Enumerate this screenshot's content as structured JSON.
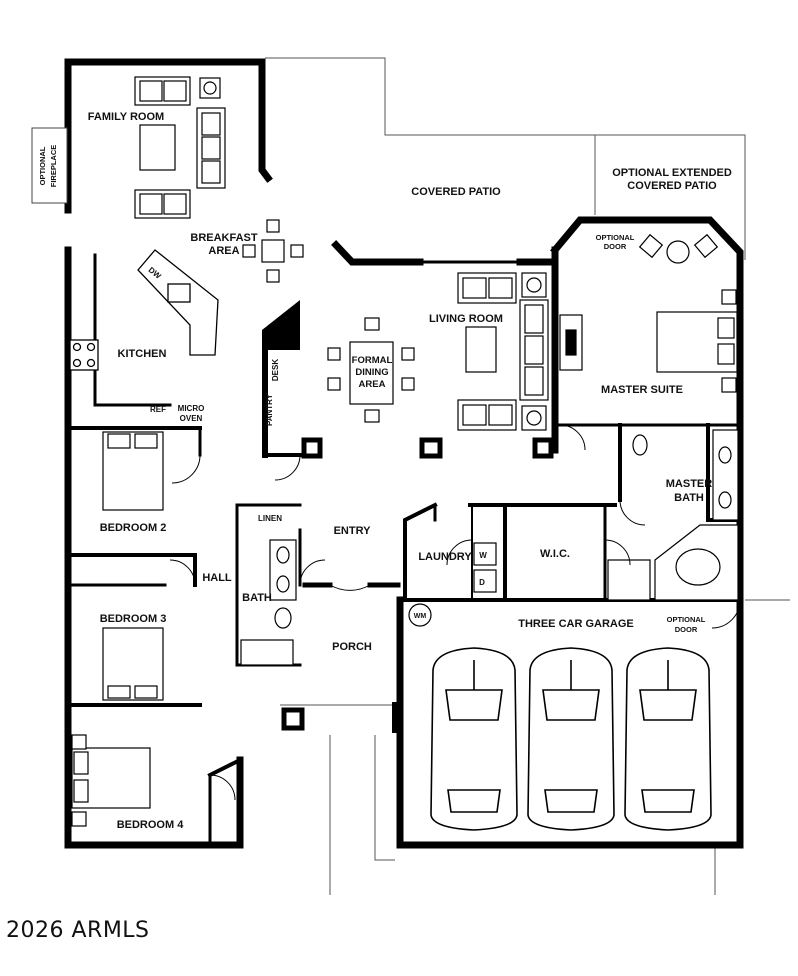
{
  "plan": {
    "rooms": {
      "family_room": "FAMILY ROOM",
      "breakfast_1": "BREAKFAST",
      "breakfast_2": "AREA",
      "kitchen": "KITCHEN",
      "dw": "DW",
      "ref": "REF",
      "micro_1": "MICRO",
      "micro_2": "OVEN",
      "pantry": "PANTRY",
      "desk": "DESK",
      "formal_1": "FORMAL",
      "formal_2": "DINING",
      "formal_3": "AREA",
      "living_room": "LIVING ROOM",
      "covered_patio": "COVERED PATIO",
      "opt_ext_1": "OPTIONAL EXTENDED",
      "opt_ext_2": "COVERED PATIO",
      "opt_door_1": "OPTIONAL",
      "opt_door_2": "DOOR",
      "master_suite": "MASTER SUITE",
      "master_bath_1": "MASTER",
      "master_bath_2": "BATH",
      "wic": "W.I.C.",
      "laundry": "LAUNDRY",
      "washer": "W",
      "dryer": "D",
      "entry": "ENTRY",
      "linen": "LINEN",
      "bath": "BATH",
      "hall": "HALL",
      "porch": "PORCH",
      "bedroom2": "BEDROOM 2",
      "bedroom3": "BEDROOM 3",
      "bedroom4": "BEDROOM 4",
      "garage": "THREE CAR GARAGE",
      "garage_door_1": "OPTIONAL",
      "garage_door_2": "DOOR",
      "wm": "WM",
      "fireplace_1": "OPTIONAL",
      "fireplace_2": "FIREPLACE"
    },
    "copyright": "2026 ARMLS"
  }
}
